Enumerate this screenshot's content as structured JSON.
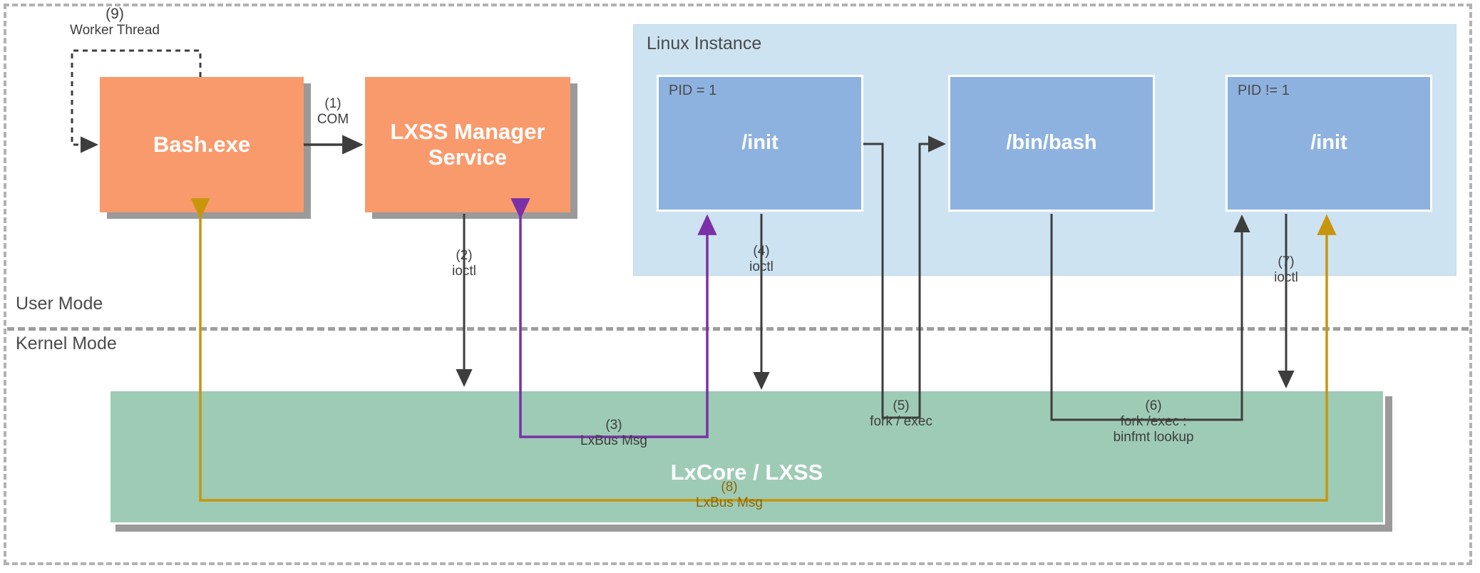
{
  "diagram": {
    "title": "WSL architecture: Bash.exe to LxCore/LXSS flow",
    "modes": {
      "user": "User Mode",
      "kernel": "Kernel Mode"
    },
    "containers": {
      "linux_instance": "Linux Instance"
    },
    "colors": {
      "orange": "#f99a6c",
      "blue": "#8eb2df",
      "light_blue": "#cde3f2",
      "green": "#9ecbb5",
      "gold": "#c8960c",
      "purple": "#7b30a8",
      "dark_line": "#3d3d3d",
      "frame_gray": "#b2b2b2"
    },
    "nodes": [
      {
        "id": "bash",
        "label": "Bash.exe",
        "badge": ""
      },
      {
        "id": "lxss",
        "label": "LXSS Manager\nService",
        "badge": ""
      },
      {
        "id": "init1",
        "label": "/init",
        "badge": "PID = 1"
      },
      {
        "id": "binbash",
        "label": "/bin/bash",
        "badge": ""
      },
      {
        "id": "init2",
        "label": "/init",
        "badge": "PID != 1"
      },
      {
        "id": "lxcore",
        "label": "LxCore / LXSS",
        "badge": ""
      }
    ],
    "node_labels": {
      "bash": "Bash.exe",
      "lxss_line1": "LXSS Manager",
      "lxss_line2": "Service",
      "init1": "/init",
      "init1_pid": "PID = 1",
      "binbash": "/bin/bash",
      "init2": "/init",
      "init2_pid": "PID != 1",
      "lxcore": "LxCore / LXSS"
    },
    "edges": [
      {
        "id": "e1",
        "num": "(1)",
        "text": "COM",
        "color": "dark",
        "from": "bash",
        "to": "lxss"
      },
      {
        "id": "e2",
        "num": "(2)",
        "text": "ioctl",
        "color": "dark",
        "from": "lxss",
        "to": "lxcore"
      },
      {
        "id": "e3",
        "num": "(3)",
        "text": "LxBus Msg",
        "color": "purple",
        "from": "lxcore",
        "to": "lxss / init1"
      },
      {
        "id": "e4",
        "num": "(4)",
        "text": "ioctl",
        "color": "dark",
        "from": "init1",
        "to": "lxcore"
      },
      {
        "id": "e5",
        "num": "(5)",
        "text": "fork / exec",
        "color": "dark",
        "from": "init1",
        "to": "binbash"
      },
      {
        "id": "e6",
        "num": "(6)",
        "text": "fork /exec :\nbinfmt lookup",
        "color": "dark",
        "from": "binbash",
        "to": "init2"
      },
      {
        "id": "e7",
        "num": "(7)",
        "text": "ioctl",
        "color": "dark",
        "from": "init2",
        "to": "lxcore"
      },
      {
        "id": "e8",
        "num": "(8)",
        "text": "LxBus Msg",
        "color": "gold",
        "from": "lxcore",
        "to": "bash / init2"
      },
      {
        "id": "e9",
        "num": "(9)",
        "text": "Worker Thread",
        "color": "dashed",
        "from": "bash",
        "to": "bash"
      }
    ],
    "edge_labels": {
      "e1_num": "(1)",
      "e1_txt": "COM",
      "e2_num": "(2)",
      "e2_txt": "ioctl",
      "e3_num": "(3)",
      "e3_txt": "LxBus Msg",
      "e4_num": "(4)",
      "e4_txt": "ioctl",
      "e5_num": "(5)",
      "e5_txt": "fork / exec",
      "e6_num": "(6)",
      "e6_txt1": "fork /exec :",
      "e6_txt2": "binfmt lookup",
      "e7_num": "(7)",
      "e7_txt": "ioctl",
      "e8_num": "(8)",
      "e8_txt": "LxBus Msg",
      "e9_num": "(9)",
      "e9_txt": "Worker Thread"
    }
  }
}
